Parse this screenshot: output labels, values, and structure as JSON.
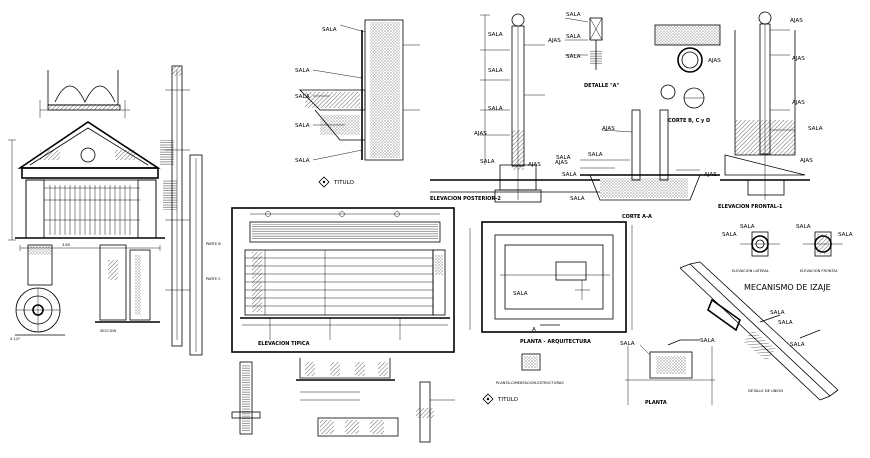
{
  "labels": {
    "sala": "SALA",
    "ajas": "AJAS",
    "titulo": "TITULO",
    "elev_posterior": "ELEVACION POSTERIOR-2",
    "elev_frontal": "ELEVACION FRONTAL-1",
    "corte_aa": "CORTE A-A",
    "corte_bcd": "CORTE B, C y D",
    "detalle_a": "DETALLE \"A\"",
    "elev_tipica": "ELEVACION TIPICA",
    "planta_arq": "PLANTA - ARQUITECTURA",
    "planta_cim": "PLANTA-CIMENTACION-ESTRUCTURAS",
    "elev_lateral": "ELEVACION LATERAL",
    "elev_frontal2": "ELEVACION FRONTAL",
    "mecanismo": "MECANISMO DE IZAJE",
    "planta": "PLANTA",
    "detalle_union": "DETALLE DE UNION",
    "letter_a": "A",
    "letter_b": "B",
    "letter_c": "C",
    "letter_d": "D"
  }
}
